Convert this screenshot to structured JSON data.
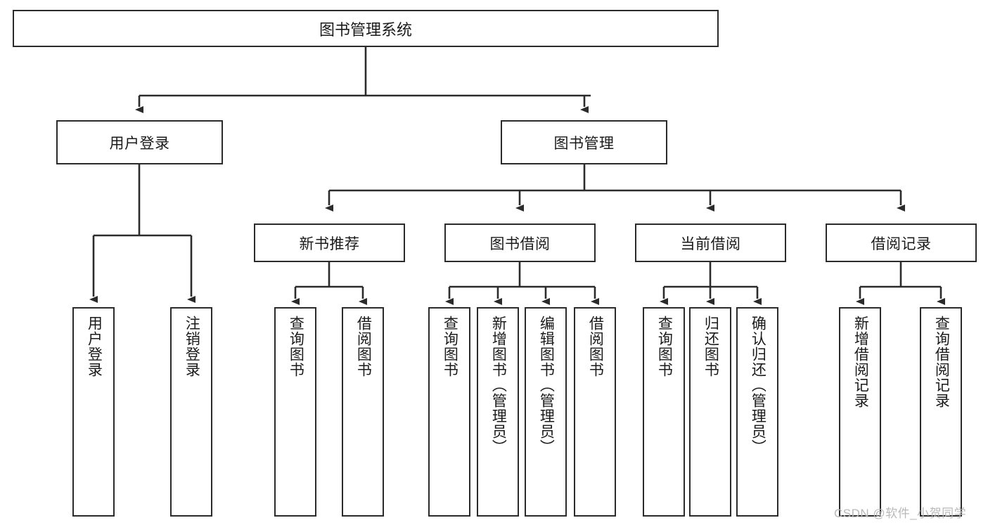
{
  "diagram": {
    "type": "tree",
    "title": "图书管理系统",
    "watermark": "CSDN @软件_小贺同学",
    "colors": {
      "background": "#ffffff",
      "box_border": "#2b2b2b",
      "box_fill": "#ffffff",
      "connector": "#2b2b2b",
      "text": "#1a1a1a",
      "watermark": "#b9b9b9"
    },
    "root": {
      "label": "图书管理系统"
    },
    "level2": [
      {
        "label": "用户登录"
      },
      {
        "label": "图书管理"
      }
    ],
    "level3": [
      {
        "label": "新书推荐"
      },
      {
        "label": "图书借阅"
      },
      {
        "label": "当前借阅"
      },
      {
        "label": "借阅记录"
      }
    ],
    "leaves": {
      "user_login": [
        {
          "label": "用户登录"
        },
        {
          "label": "注销登录"
        }
      ],
      "new_book_recommend": [
        {
          "label": "查询图书"
        },
        {
          "label": "借阅图书"
        }
      ],
      "book_borrow": [
        {
          "label": "查询图书"
        },
        {
          "label": "新增图书（管理员）"
        },
        {
          "label": "编辑图书（管理员）"
        },
        {
          "label": "借阅图书"
        }
      ],
      "current_borrow": [
        {
          "label": "查询图书"
        },
        {
          "label": "归还图书"
        },
        {
          "label": "确认归还（管理员）"
        }
      ],
      "borrow_record": [
        {
          "label": "新增借阅记录"
        },
        {
          "label": "查询借阅记录"
        }
      ]
    }
  }
}
